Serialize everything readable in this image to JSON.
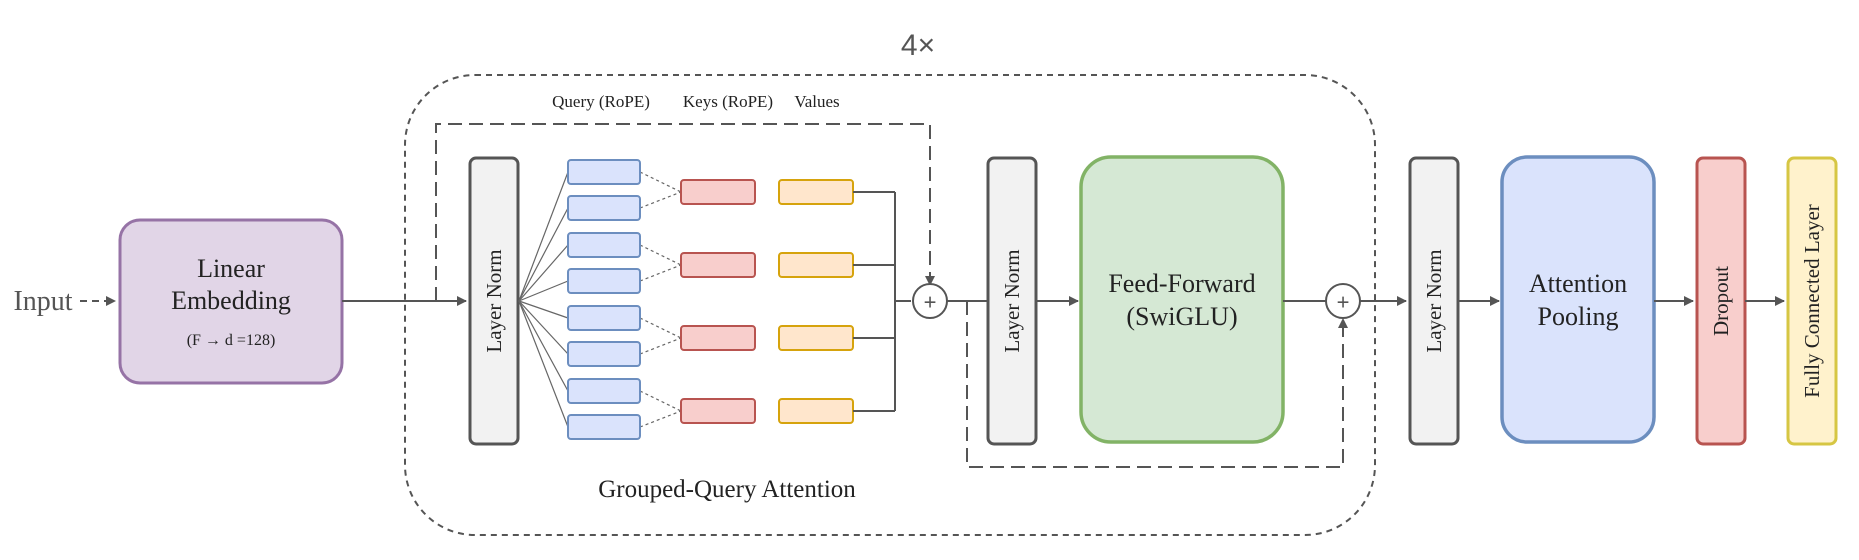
{
  "repeat_label": "4×",
  "input_label": "Input",
  "embedding": {
    "title_line1": "Linear",
    "title_line2": "Embedding",
    "subtitle": "(F → d =128)"
  },
  "attention": {
    "layer_norm_label": "Layer Norm",
    "query_header": "Query (RoPE)",
    "keys_header": "Keys (RoPE)",
    "values_header": "Values",
    "caption": "Grouped-Query Attention"
  },
  "ffn": {
    "layer_norm_label": "Layer Norm",
    "title_line1": "Feed-Forward",
    "title_line2": "(SwiGLU)"
  },
  "residual_symbol": "+",
  "head": {
    "layer_norm_label": "Layer Norm",
    "pooling_line1": "Attention",
    "pooling_line2": "Pooling",
    "dropout_label": "Dropout",
    "fc_label": "Fully Connected Layer"
  },
  "colors": {
    "embedding_fill": "#e1d5e7",
    "embedding_stroke": "#9673a6",
    "layernorm_fill": "#f2f2f2",
    "layernorm_stroke": "#555555",
    "query_fill": "#dae3fc",
    "query_stroke": "#6c8ebf",
    "key_fill": "#f8cecc",
    "key_stroke": "#b85450",
    "value_fill": "#ffe6cc",
    "value_stroke": "#d6a30c",
    "ffn_fill": "#d5e8d4",
    "ffn_stroke": "#82b366",
    "pooling_fill": "#dae3fc",
    "pooling_stroke": "#6c8ebf",
    "dropout_fill": "#f8cecc",
    "dropout_stroke": "#b85450",
    "fc_fill": "#fff2cc",
    "fc_stroke": "#d6c643"
  }
}
